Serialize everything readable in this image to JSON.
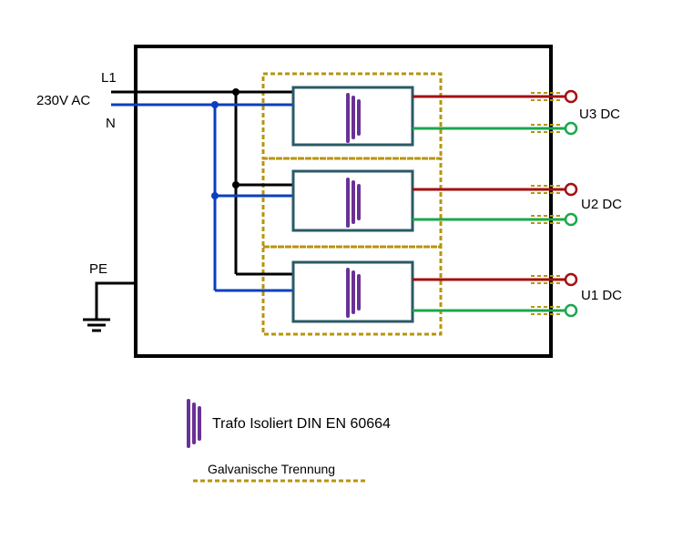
{
  "input": {
    "l1_label": "L1",
    "supply_label": "230V AC",
    "n_label": "N",
    "pe_label": "PE"
  },
  "outputs": [
    {
      "label": "U3 DC"
    },
    {
      "label": "U2 DC"
    },
    {
      "label": "U1 DC"
    }
  ],
  "legend": {
    "trafo_text": "Trafo Isoliert DIN EN 60664",
    "isolation_text": "Galvanische Trennung"
  },
  "colors": {
    "l1_wire": "#000000",
    "n_wire": "#0b3fbf",
    "output_positive": "#a50f0f",
    "output_negative": "#1aa84a",
    "transformer_box": "#2a5a66",
    "transformer_core": "#6a3195",
    "isolation_boundary": "#b8940f",
    "terminal_pos_ring": "#a50f0f",
    "terminal_neg_ring": "#1aa84a",
    "enclosure": "#000000"
  },
  "icons": {
    "transformer": "transformer-core-icon",
    "ground": "ground-icon",
    "terminal": "terminal-ring-icon"
  }
}
